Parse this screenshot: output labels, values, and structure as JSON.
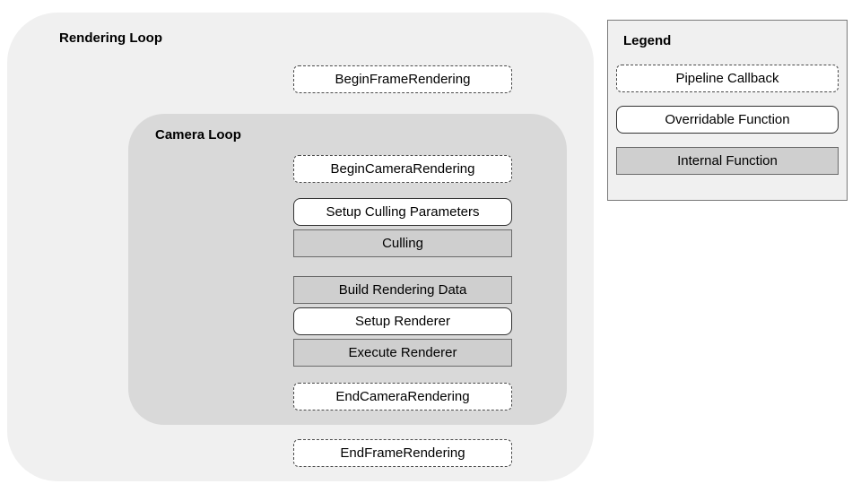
{
  "rendering_loop": {
    "title": "Rendering Loop",
    "begin_frame": {
      "label": "BeginFrameRendering",
      "type": "callback"
    },
    "end_frame": {
      "label": "EndFrameRendering",
      "type": "callback"
    },
    "camera_loop": {
      "title": "Camera Loop",
      "nodes": [
        {
          "label": "BeginCameraRendering",
          "type": "callback"
        },
        {
          "label": "Setup Culling Parameters",
          "type": "overridable"
        },
        {
          "label": "Culling",
          "type": "internal"
        },
        {
          "label": "Build Rendering Data",
          "type": "internal"
        },
        {
          "label": "Setup Renderer",
          "type": "overridable"
        },
        {
          "label": "Execute Renderer",
          "type": "internal"
        },
        {
          "label": "EndCameraRendering",
          "type": "callback"
        }
      ]
    }
  },
  "legend": {
    "title": "Legend",
    "items": [
      {
        "label": "Pipeline Callback",
        "type": "callback"
      },
      {
        "label": "Overridable Function",
        "type": "overridable"
      },
      {
        "label": "Internal Function",
        "type": "internal"
      }
    ]
  },
  "colors": {
    "page_bg": "#ffffff",
    "rendering_loop_bg": "#f0f0f0",
    "camera_loop_bg": "#d9d9d9",
    "internal_node_bg": "#cfcfcf",
    "node_bg": "#ffffff",
    "callback_border": "#4a4a4a",
    "overridable_border": "#333333",
    "internal_border": "#6b6b6b",
    "legend_border": "#7a7a7a",
    "text": "#000000"
  }
}
